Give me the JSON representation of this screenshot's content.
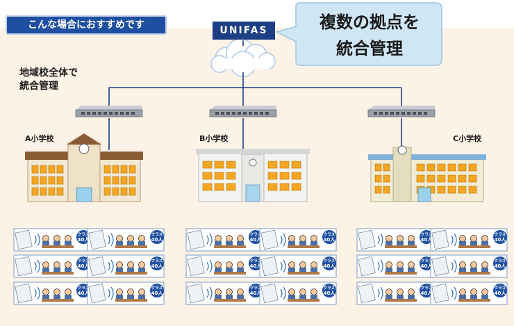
{
  "tag": "こんな場合におすすめです",
  "logo": "UNIFAS",
  "bubble": {
    "line1": "複数の拠点を",
    "line2": "統合管理"
  },
  "note": {
    "line1": "地域校全体で",
    "line2": "統合管理"
  },
  "schools": [
    "A小学校",
    "B小学校",
    "C小学校"
  ],
  "class_badge": {
    "top": "クラス",
    "bottom": "40人"
  },
  "colors": {
    "navy": "#1f4fa0",
    "bubble": "#cfe6f4",
    "roof": "#8a5a33",
    "window": "#f5a623",
    "peach": "#fdf2e6"
  }
}
